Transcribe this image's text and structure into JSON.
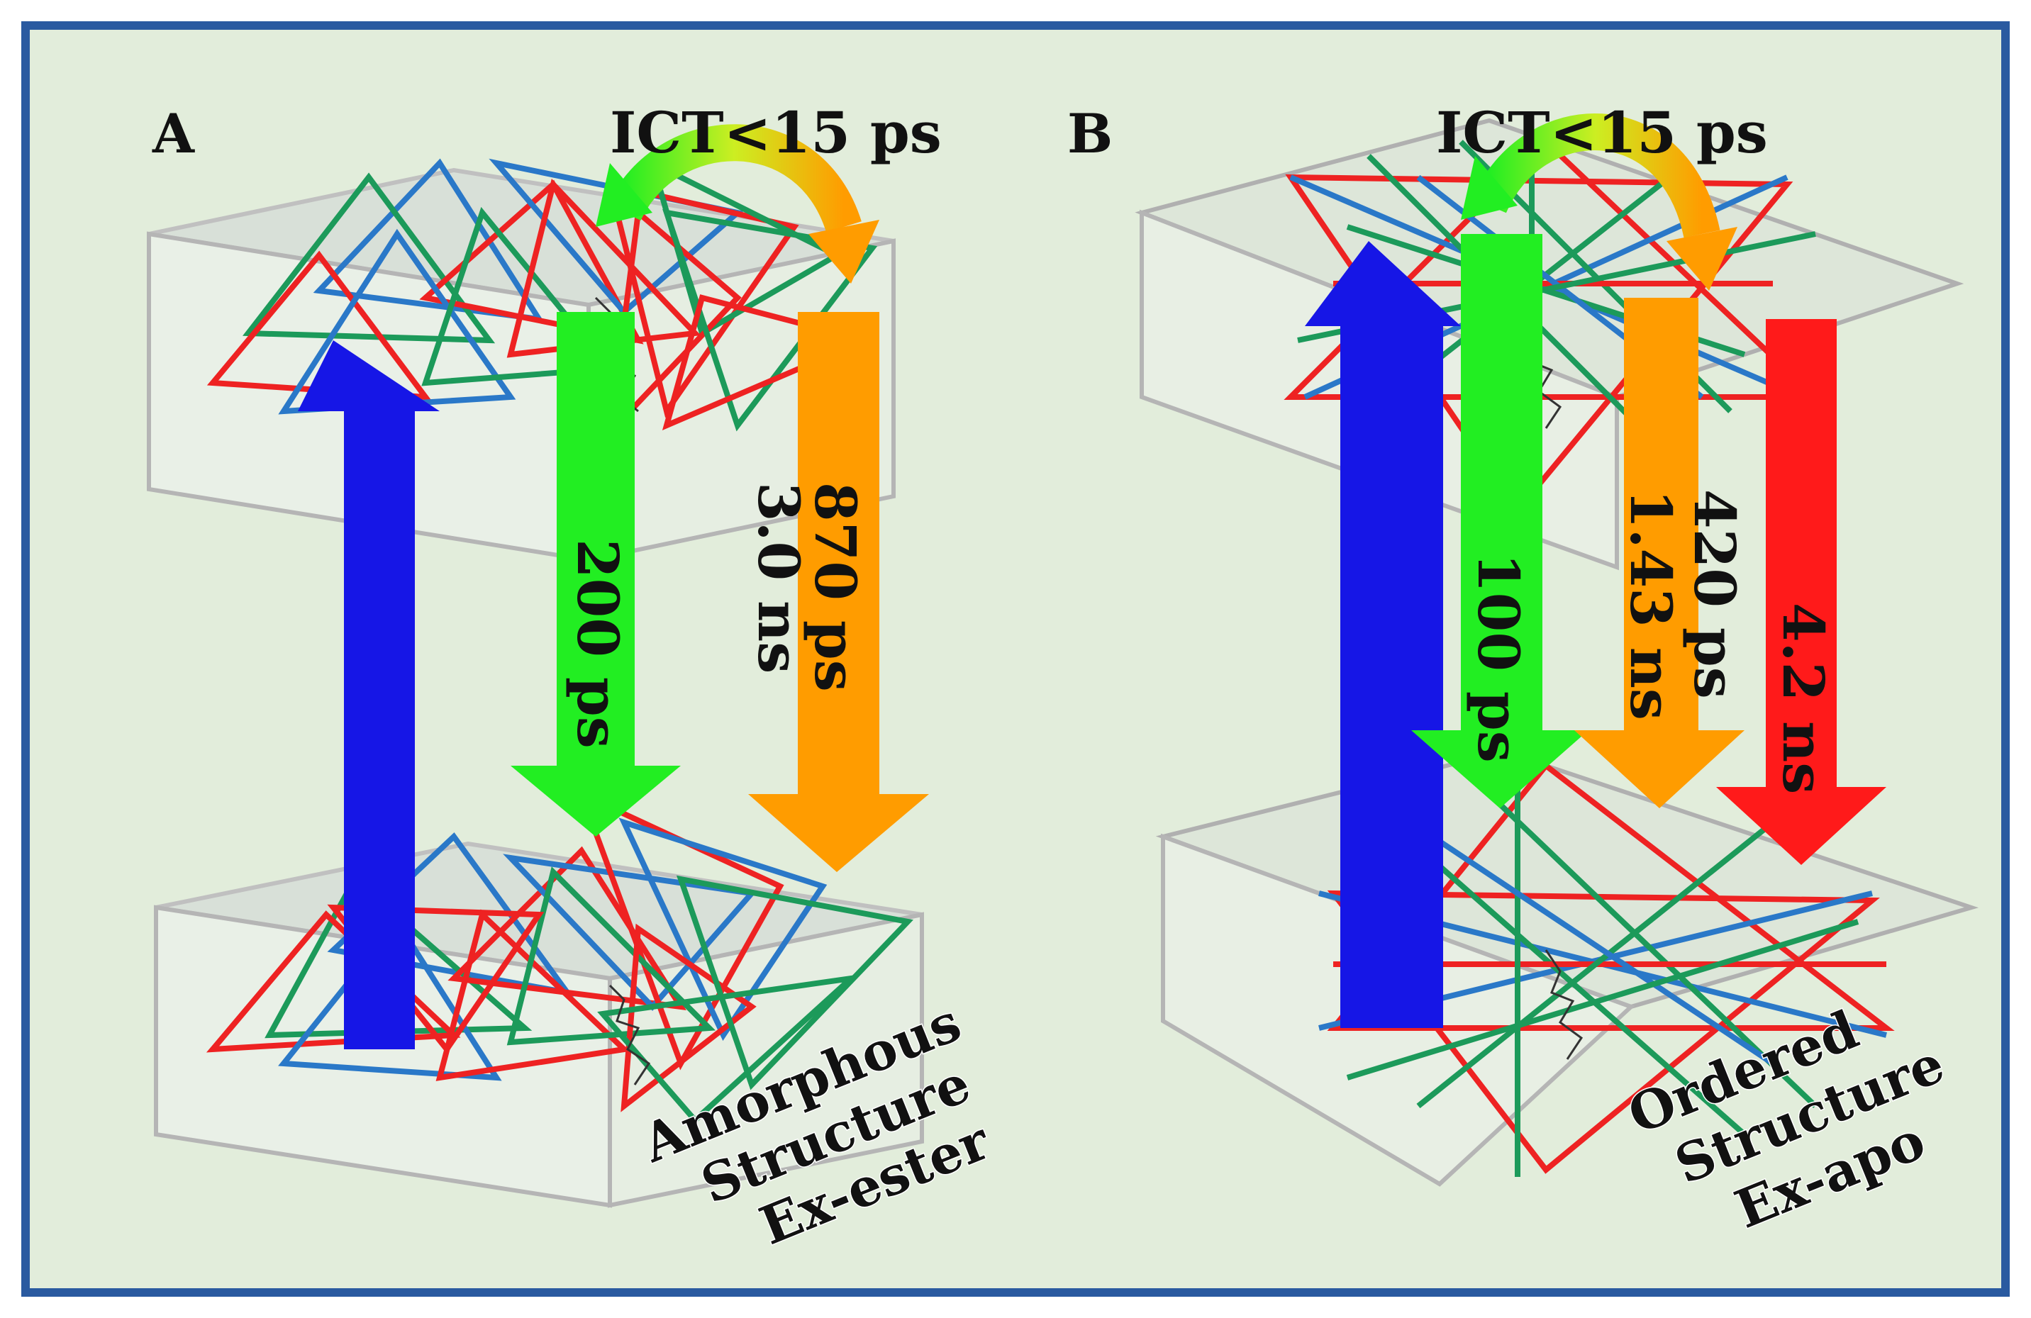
{
  "panel_a": {
    "label": "A",
    "ict_label": "ICT<15 ps",
    "green_lifetime": "200 ps",
    "orange_lifetime_1": "870 ps",
    "orange_lifetime_2": "3.0 ns",
    "caption_lines": [
      "Amorphous",
      "Structure",
      "Ex-ester"
    ]
  },
  "panel_b": {
    "label": "B",
    "ict_label": "ICT<15 ps",
    "green_lifetime": "100 ps",
    "orange_lifetime_1": "420 ps",
    "orange_lifetime_2": "1.43 ns",
    "red_lifetime": "4.2 ns",
    "caption_lines": [
      "Ordered",
      "Structure",
      "Ex-apo"
    ]
  },
  "colors": {
    "background": "#e2eddb",
    "frame": "#2a5aa0",
    "excitation_arrow": "#1616e6",
    "green_arrow": "#22ee22",
    "orange_arrow": "#ff9c00",
    "red_arrow": "#ff1a1a",
    "triangle_red": "#ee2222",
    "triangle_green": "#1c9a5a",
    "triangle_blue": "#2a78c8"
  }
}
